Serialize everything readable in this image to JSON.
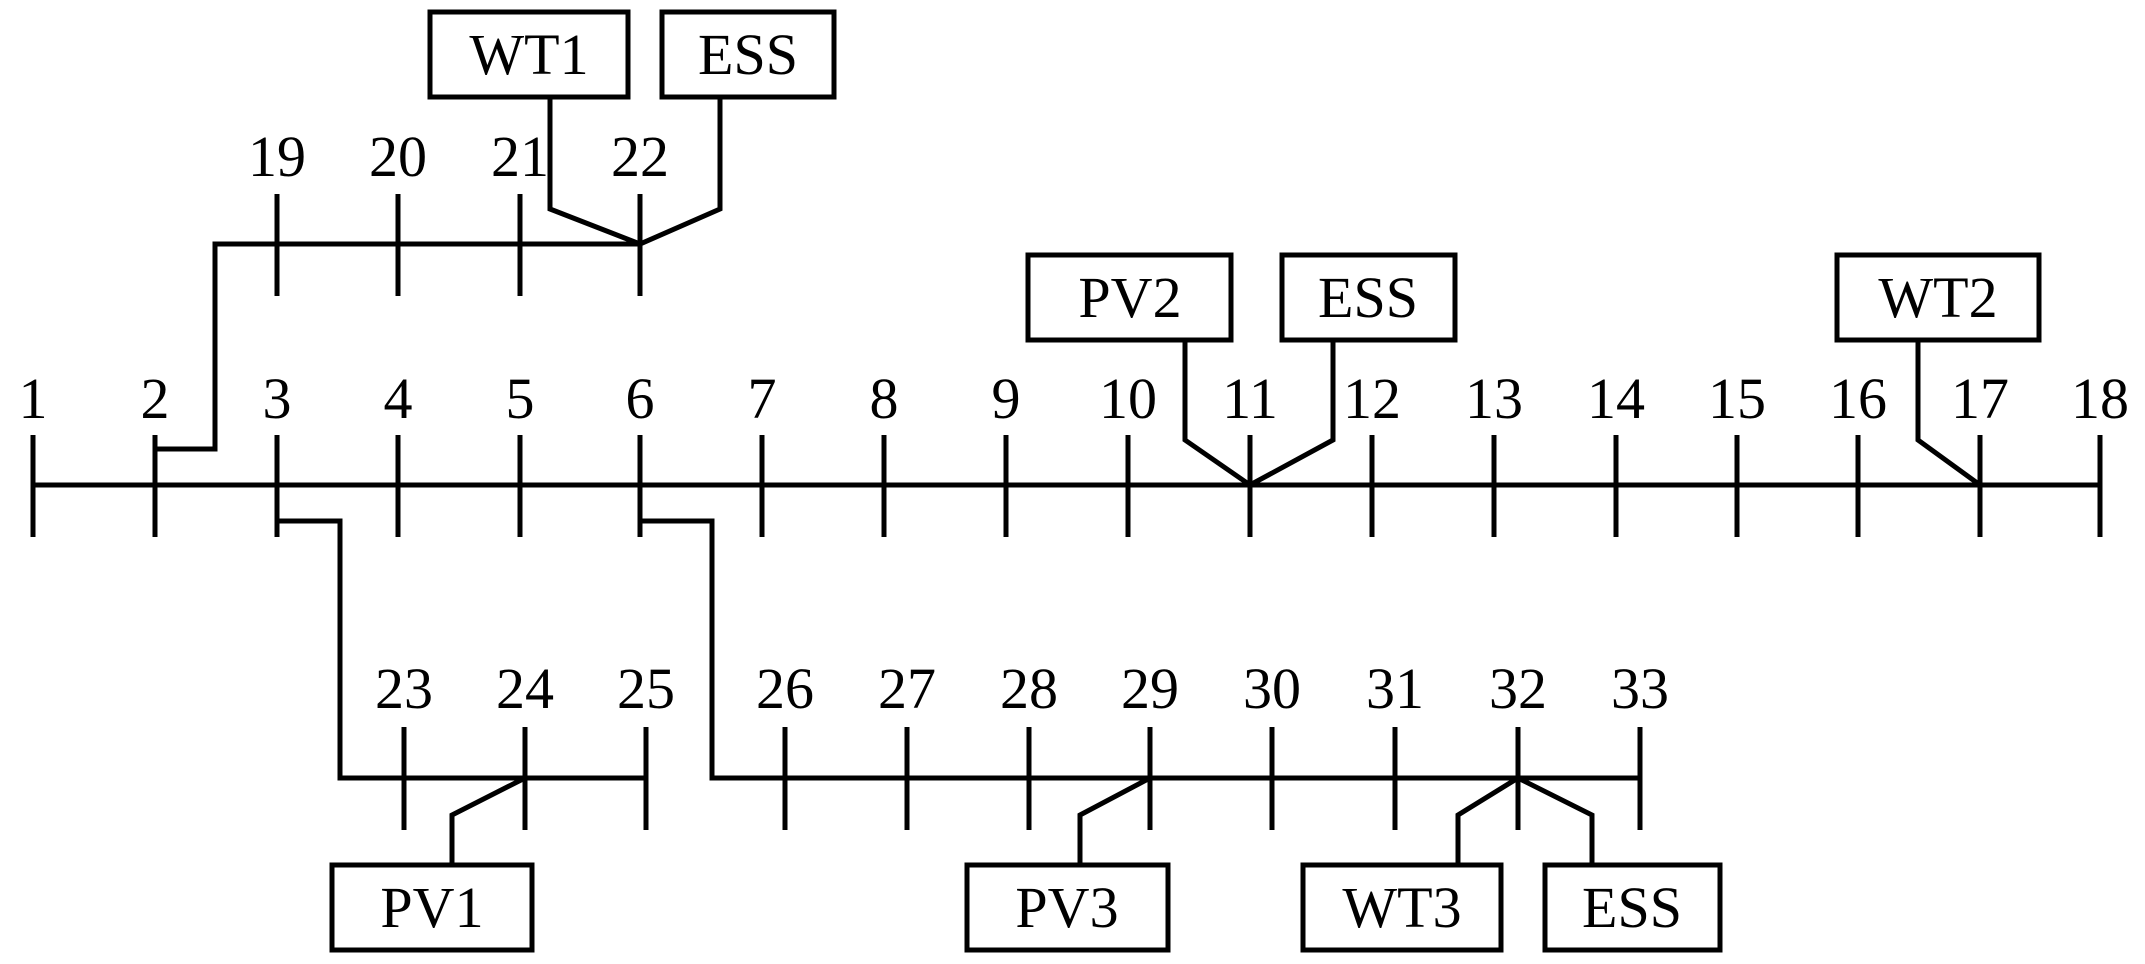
{
  "buses": {
    "main": [
      "1",
      "2",
      "3",
      "4",
      "5",
      "6",
      "7",
      "8",
      "9",
      "10",
      "11",
      "12",
      "13",
      "14",
      "15",
      "16",
      "17",
      "18"
    ],
    "branch_top": [
      "19",
      "20",
      "21",
      "22"
    ],
    "branch_a": [
      "23",
      "24",
      "25"
    ],
    "branch_b": [
      "26",
      "27",
      "28",
      "29",
      "30",
      "31",
      "32",
      "33"
    ]
  },
  "devices": {
    "wt1": "WT1",
    "ess_top": "ESS",
    "pv2": "PV2",
    "ess_mid": "ESS",
    "wt2": "WT2",
    "pv1": "PV1",
    "pv3": "PV3",
    "wt3": "WT3",
    "ess_bottom": "ESS"
  },
  "colors": {
    "line": "#000000",
    "background": "#ffffff"
  }
}
